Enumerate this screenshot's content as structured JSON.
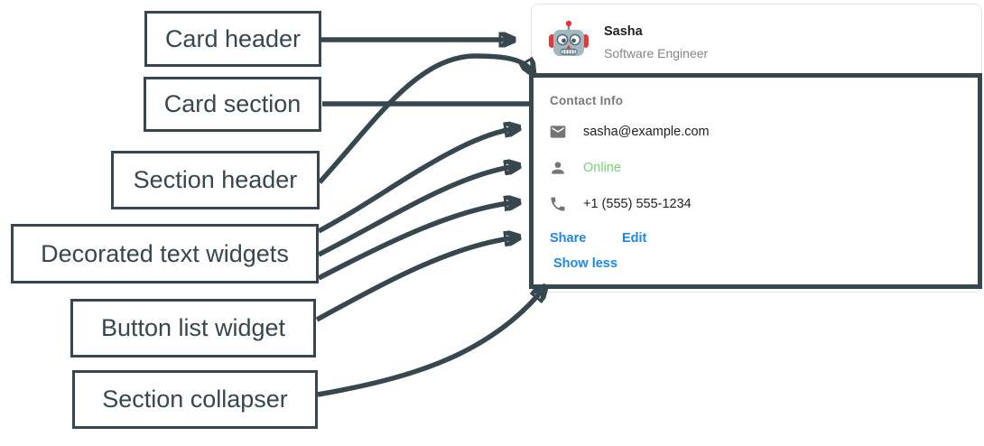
{
  "colors": {
    "annotation": "#37474F",
    "link_blue": "#1E88E5",
    "online_green": "#76D275",
    "text_primary": "#202124",
    "text_secondary": "#7A7A7A",
    "card_border": "#E3E3E3"
  },
  "annotations": {
    "labels": [
      {
        "text": "Card header"
      },
      {
        "text": "Card section"
      },
      {
        "text": "Section header"
      },
      {
        "text": "Decorated text widgets"
      },
      {
        "text": "Button list widget"
      },
      {
        "text": "Section collapser"
      }
    ]
  },
  "card": {
    "header": {
      "name": "Sasha",
      "subtitle": "Software Engineer",
      "avatar_icon": "robot-avatar"
    },
    "section": {
      "header": "Contact Info",
      "rows": [
        {
          "icon": "email-icon",
          "text": "sasha@example.com"
        },
        {
          "icon": "person-icon",
          "text": "Online",
          "status_color": "#76D275"
        },
        {
          "icon": "phone-icon",
          "text": "+1 (555) 555-1234"
        }
      ],
      "buttons": [
        {
          "label": "Share"
        },
        {
          "label": "Edit"
        }
      ],
      "collapser_label": "Show less"
    }
  }
}
